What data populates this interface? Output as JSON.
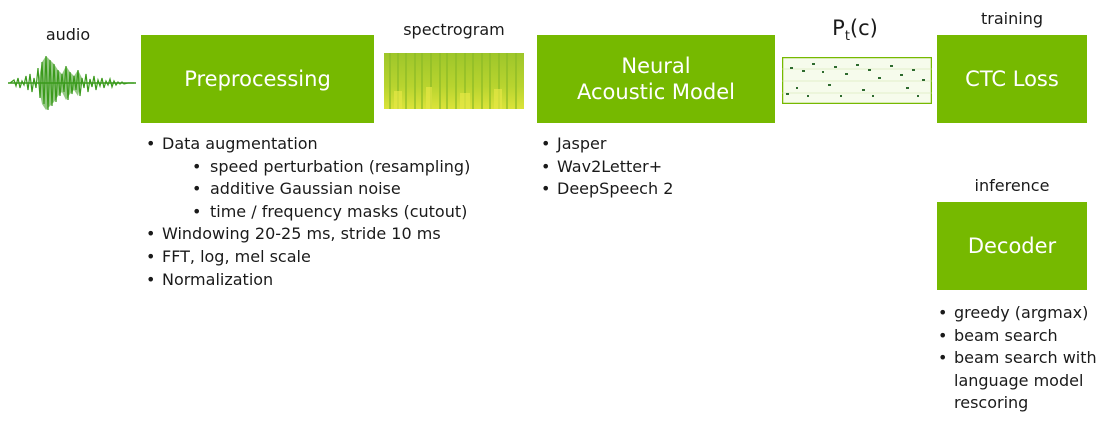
{
  "labels": {
    "audio": "audio",
    "spectrogram": "spectrogram",
    "prob_main": "P",
    "prob_sub": "t",
    "prob_arg": "(c)",
    "training": "training",
    "inference": "inference"
  },
  "boxes": {
    "preprocessing": "Preprocessing",
    "acoustic_line1": "Neural",
    "acoustic_line2": "Acoustic Model",
    "ctc_loss": "CTC Loss",
    "decoder": "Decoder"
  },
  "preprocessing_list": {
    "data_augmentation": "Data augmentation",
    "speed_perturbation": "speed perturbation (resampling)",
    "gaussian_noise": "additive Gaussian noise",
    "masks": "time / frequency masks (cutout)",
    "windowing": "Windowing 20-25 ms, stride 10 ms",
    "fft": "FFT, log, mel scale",
    "normalization": "Normalization"
  },
  "model_list": [
    "Jasper",
    "Wav2Letter+",
    "DeepSpeech 2"
  ],
  "decoder_list": {
    "greedy": "greedy (argmax)",
    "beam": "beam search",
    "beam_lm_1": "beam search with",
    "beam_lm_2": "language model",
    "beam_lm_3": "rescoring"
  },
  "colors": {
    "accent": "#76b900",
    "waveform": "#3a9a1c",
    "spectrogram_a": "#a9cc2a",
    "spectrogram_b": "#d8e23a"
  }
}
